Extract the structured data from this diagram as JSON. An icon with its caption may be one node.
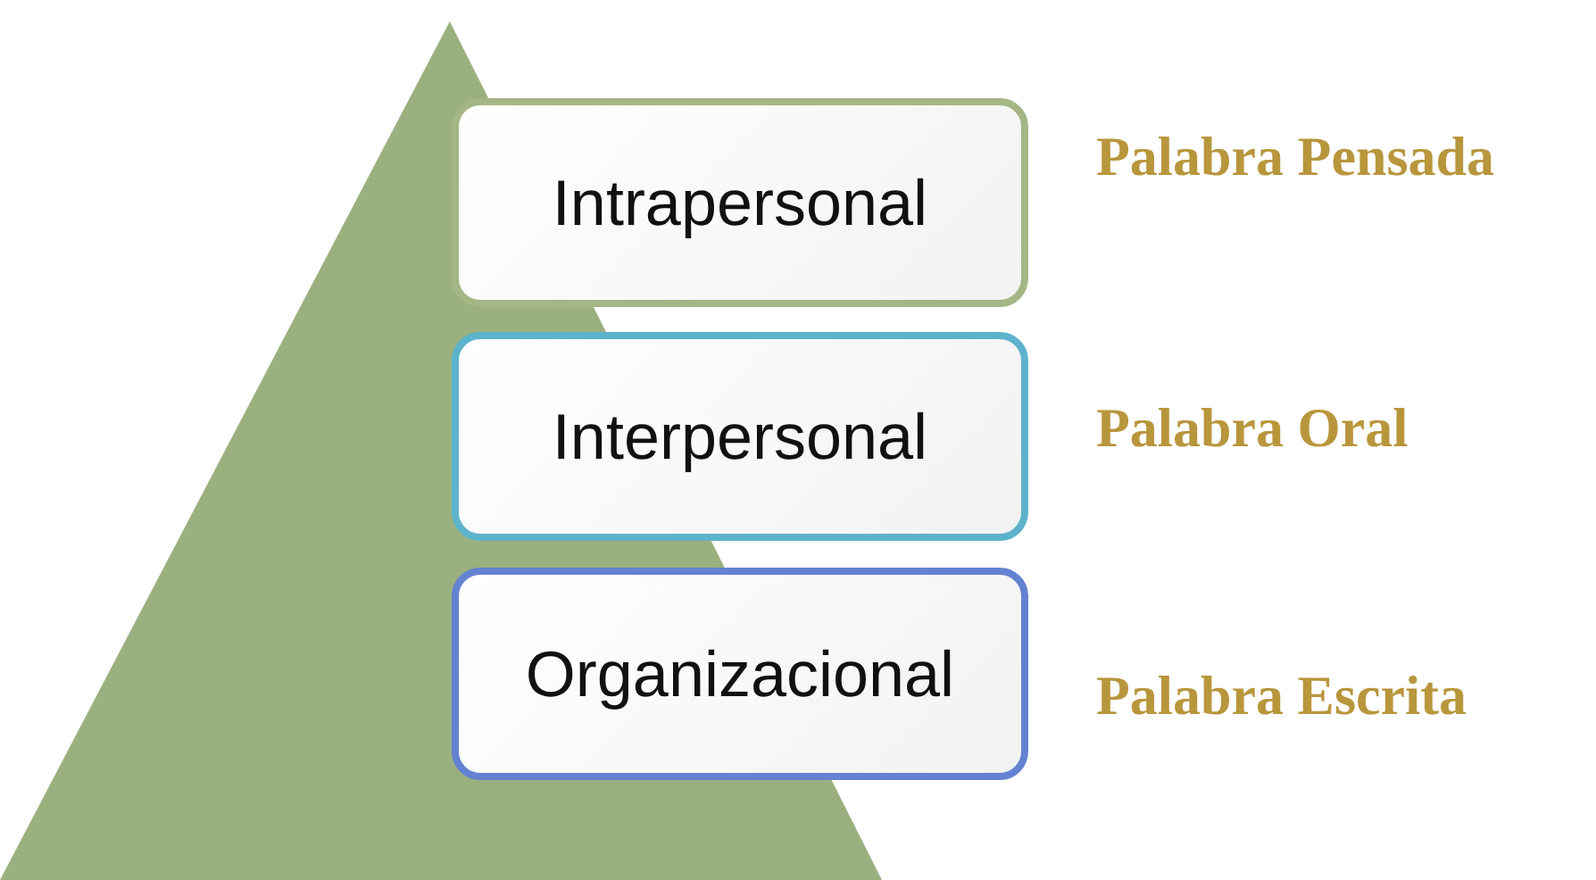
{
  "diagram": {
    "nodes": [
      {
        "text": [],
        "shape": "triangle"
      },
      {
        "text": [
          "Intrapersonal"
        ],
        "beside": [
          "Palabra Pensada"
        ]
      },
      {
        "text": [
          "Interpersonal"
        ],
        "beside": [
          "Palabra Oral"
        ]
      },
      {
        "text": [
          "Organizacional"
        ],
        "beside": [
          "Palabra Escrita"
        ]
      }
    ]
  }
}
